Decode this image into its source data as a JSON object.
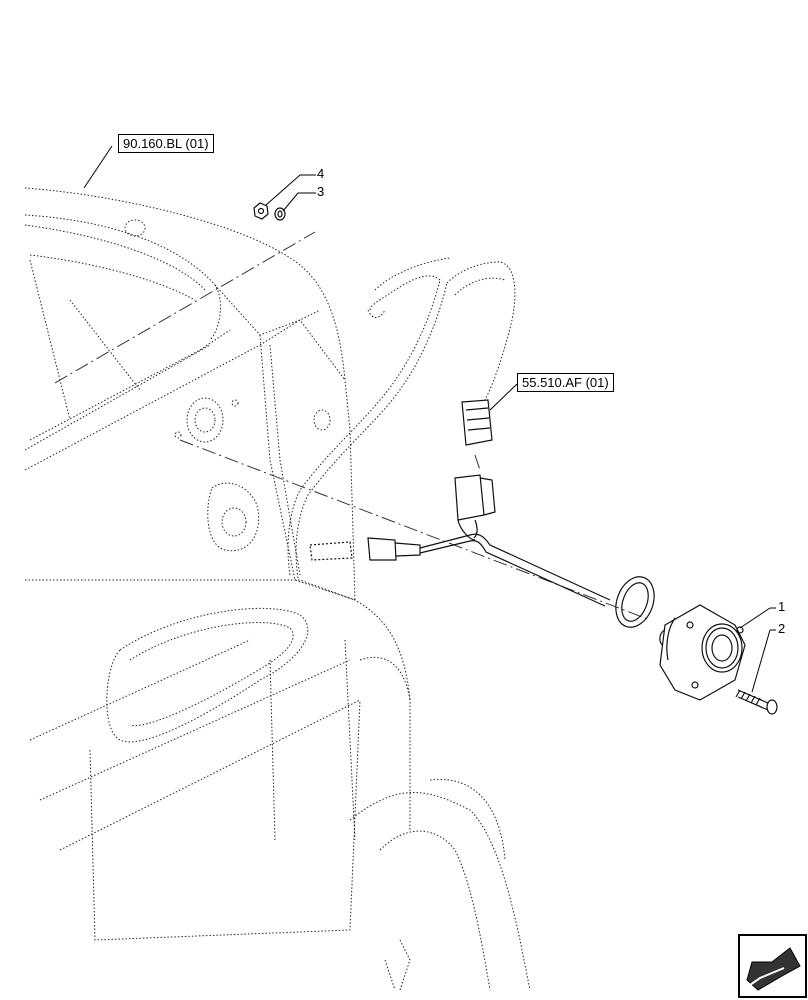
{
  "references": {
    "ref_top": "90.160.BL (01)",
    "ref_mid": "55.510.AF (01)"
  },
  "callouts": {
    "item_1": "1",
    "item_2": "2",
    "item_3": "3",
    "item_4": "4"
  },
  "icons": {
    "nav": "arrow-next-icon"
  }
}
